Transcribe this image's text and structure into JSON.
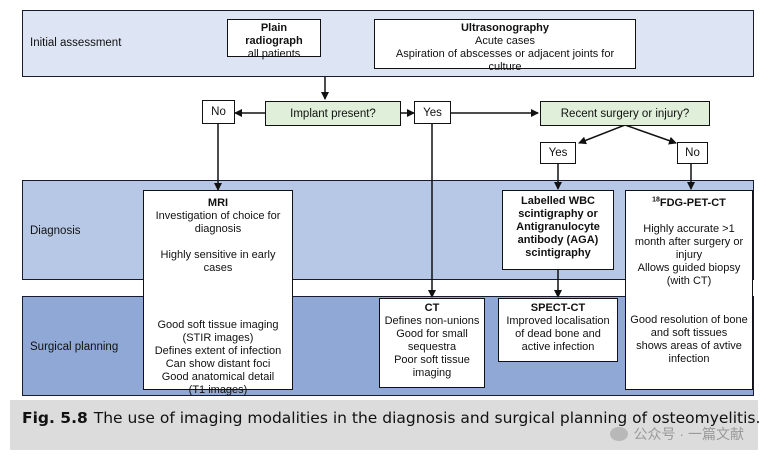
{
  "bands": {
    "initial": "Initial assessment",
    "diagnosis": "Diagnosis",
    "surgical": "Surgical planning"
  },
  "colors": {
    "initial_band": "#dde4f3",
    "diagnosis_band": "#b7c8e6",
    "surgical_band": "#8fa8d5",
    "decision_fill": "#e0efd9"
  },
  "boxes": {
    "plain": {
      "title": "Plain radiograph",
      "lines": [
        "all patients"
      ]
    },
    "ultra": {
      "title": "Ultrasonography",
      "lines": [
        "Acute cases",
        "Aspiration of abscesses or adjacent joints for culture"
      ]
    },
    "mri_diag": {
      "title": "MRI",
      "lines": [
        "Investigation of choice for",
        "diagnosis",
        "",
        "Highly sensitive in early cases"
      ]
    },
    "mri_surg": {
      "lines": [
        "Good soft tissue imaging",
        "(STIR images)",
        "Defines extent of infection",
        "Can show distant foci",
        "Good anatomical detail",
        "(T1 images)"
      ]
    },
    "wbc": {
      "lines": [
        "Labelled WBC",
        "scintigraphy or",
        "Antigranulocyte",
        "antibody (AGA)",
        "scintigraphy"
      ]
    },
    "ct": {
      "title": "CT",
      "lines": [
        "Defines non-unions",
        "Good for small",
        "sequestra",
        "Poor soft tissue",
        "imaging"
      ]
    },
    "spect": {
      "title": "SPECT-CT",
      "lines": [
        "Improved localisation",
        "of dead bone and",
        "active infection"
      ]
    },
    "fdg": {
      "sup": "18",
      "title": "FDG-PET-CT",
      "lines": [
        "",
        "Highly accurate >1",
        "month after surgery or",
        "injury",
        "Allows guided biopsy",
        "(with CT)"
      ]
    },
    "fdg_surg": {
      "lines": [
        "Good resolution of bone",
        "and soft tissues",
        "shows areas of avtive",
        "infection"
      ]
    }
  },
  "decisions": {
    "implant": "Implant present?",
    "recent": "Recent surgery or injury?"
  },
  "answers": {
    "no1": "No",
    "yes1": "Yes",
    "yes2": "Yes",
    "no2": "No"
  },
  "caption": {
    "fig": "Fig. 5.8",
    "text": "The use of imaging modalities in the diagnosis and surgical planning of osteomyelitis."
  },
  "watermark": "公众号 · 一篇文献"
}
